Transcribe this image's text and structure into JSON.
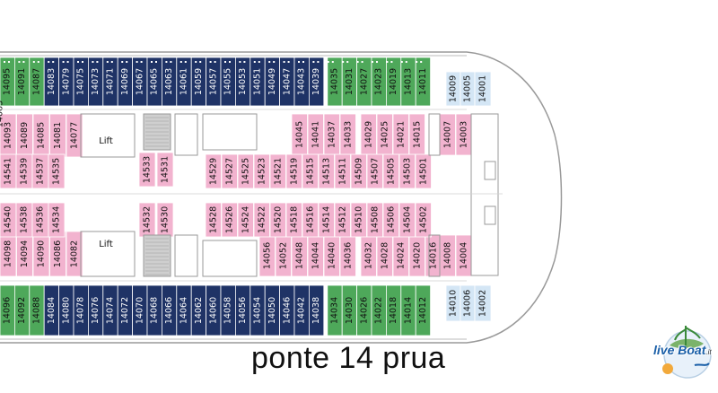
{
  "caption": "ponte 14 prua",
  "lift_label": "Lift",
  "logo": {
    "text_live": "live",
    "text_boat": "Boat",
    "text_it": ".it"
  },
  "colors": {
    "interior": "#f2b3cf",
    "balcony": "#1f3366",
    "oceanview": "#4ea85a",
    "suite": "#d4e6f5",
    "wall": "#9a9a9a",
    "stair": "#cfcfcf"
  },
  "cabins": {
    "top_outer": [
      {
        "n": "14095",
        "t": "oceanview"
      },
      {
        "n": "14091",
        "t": "oceanview"
      },
      {
        "n": "14087",
        "t": "oceanview"
      },
      {
        "n": "14083",
        "t": "balcony"
      },
      {
        "n": "14079",
        "t": "balcony"
      },
      {
        "n": "14075",
        "t": "balcony"
      },
      {
        "n": "14073",
        "t": "balcony"
      },
      {
        "n": "14071",
        "t": "balcony"
      },
      {
        "n": "14069",
        "t": "balcony"
      },
      {
        "n": "14067",
        "t": "balcony"
      },
      {
        "n": "14065",
        "t": "balcony"
      },
      {
        "n": "14063",
        "t": "balcony"
      },
      {
        "n": "14061",
        "t": "balcony"
      },
      {
        "n": "14059",
        "t": "balcony"
      },
      {
        "n": "14057",
        "t": "balcony"
      },
      {
        "n": "14055",
        "t": "balcony"
      },
      {
        "n": "14053",
        "t": "balcony"
      },
      {
        "n": "14051",
        "t": "balcony"
      },
      {
        "n": "14049",
        "t": "balcony"
      },
      {
        "n": "14047",
        "t": "balcony"
      },
      {
        "n": "14043",
        "t": "balcony"
      },
      {
        "n": "14039",
        "t": "balcony"
      },
      {
        "n": "14035",
        "t": "oceanview"
      },
      {
        "n": "14031",
        "t": "oceanview"
      },
      {
        "n": "14027",
        "t": "oceanview"
      },
      {
        "n": "14023",
        "t": "oceanview"
      },
      {
        "n": "14019",
        "t": "oceanview"
      },
      {
        "n": "14013",
        "t": "oceanview"
      },
      {
        "n": "14011",
        "t": "oceanview"
      }
    ],
    "bottom_outer": [
      {
        "n": "14096",
        "t": "oceanview"
      },
      {
        "n": "14092",
        "t": "oceanview"
      },
      {
        "n": "14088",
        "t": "oceanview"
      },
      {
        "n": "14084",
        "t": "balcony"
      },
      {
        "n": "14080",
        "t": "balcony"
      },
      {
        "n": "14078",
        "t": "balcony"
      },
      {
        "n": "14076",
        "t": "balcony"
      },
      {
        "n": "14074",
        "t": "balcony"
      },
      {
        "n": "14072",
        "t": "balcony"
      },
      {
        "n": "14070",
        "t": "balcony"
      },
      {
        "n": "14068",
        "t": "balcony"
      },
      {
        "n": "14066",
        "t": "balcony"
      },
      {
        "n": "14064",
        "t": "balcony"
      },
      {
        "n": "14062",
        "t": "balcony"
      },
      {
        "n": "14060",
        "t": "balcony"
      },
      {
        "n": "14058",
        "t": "balcony"
      },
      {
        "n": "14056",
        "t": "balcony"
      },
      {
        "n": "14054",
        "t": "balcony"
      },
      {
        "n": "14050",
        "t": "balcony"
      },
      {
        "n": "14046",
        "t": "balcony"
      },
      {
        "n": "14042",
        "t": "balcony"
      },
      {
        "n": "14038",
        "t": "balcony"
      },
      {
        "n": "14034",
        "t": "oceanview"
      },
      {
        "n": "14030",
        "t": "oceanview"
      },
      {
        "n": "14026",
        "t": "oceanview"
      },
      {
        "n": "14022",
        "t": "oceanview"
      },
      {
        "n": "14018",
        "t": "oceanview"
      },
      {
        "n": "14014",
        "t": "oceanview"
      },
      {
        "n": "14012",
        "t": "oceanview"
      }
    ],
    "suites": [
      "14009",
      "14005",
      "14001",
      "14010",
      "14006",
      "14002"
    ],
    "top_inner_left": [
      "14093",
      "14089",
      "14085",
      "14081",
      "14077"
    ],
    "top_inner_left_row2": [
      "14083"
    ],
    "top_inner_right": [
      "14045",
      "14041",
      "14037",
      "14033",
      "14029",
      "14025",
      "14021",
      "14015",
      "14007",
      "14003"
    ],
    "bottom_inner_left": [
      "14098",
      "14094",
      "14090",
      "14086",
      "14082"
    ],
    "bottom_inner_right": [
      "14056",
      "14052",
      "14048",
      "14044",
      "14040",
      "14036",
      "14032",
      "14028",
      "14024",
      "14020",
      "14016",
      "14008",
      "14004"
    ],
    "center_left_top": [
      "14541",
      "14539",
      "14537",
      "14535"
    ],
    "center_left_bottom": [
      "14540",
      "14538",
      "14536",
      "14534"
    ],
    "center_upper": [
      "14529",
      "14527",
      "14523",
      "14521",
      "14519",
      "14515",
      "14513",
      "14511",
      "14509",
      "14507",
      "14505",
      "14503",
      "14501"
    ],
    "center_upper_mid": [
      "14525"
    ],
    "center_lower": [
      "14528",
      "14526",
      "14524",
      "14522",
      "14520",
      "14518",
      "14516",
      "14514",
      "14512",
      "14510",
      "14508",
      "14506",
      "14504",
      "14502"
    ],
    "center_lift_area": [
      "14531",
      "14533",
      "14530",
      "14532"
    ]
  }
}
